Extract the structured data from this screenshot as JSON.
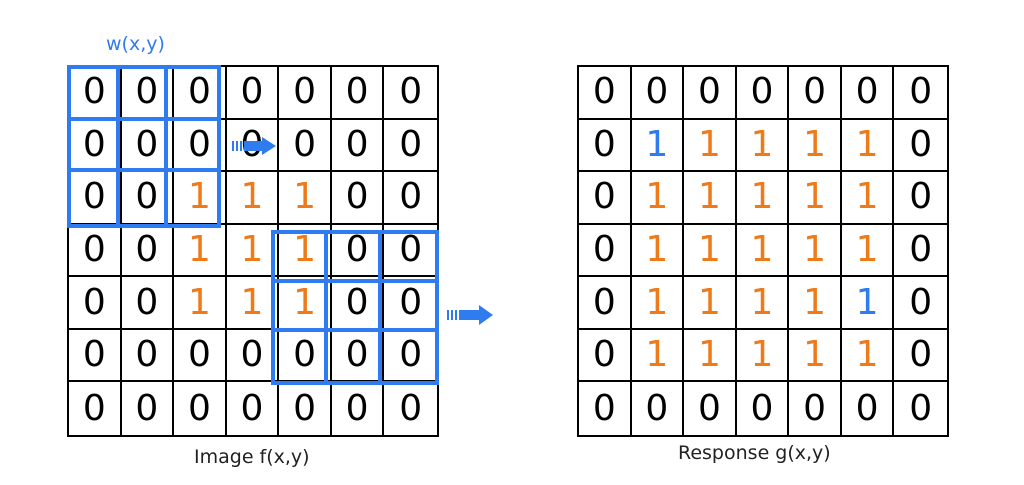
{
  "colors": {
    "black": "#000000",
    "orange": "#ef7a1a",
    "blue": "#2f7bf0"
  },
  "kernel_label": "w(x,y)",
  "image": {
    "caption": "Image f(x,y)",
    "rows": [
      [
        "0",
        "0",
        "0",
        "0",
        "0",
        "0",
        "0"
      ],
      [
        "0",
        "0",
        "0",
        "0",
        "0",
        "0",
        "0"
      ],
      [
        "0",
        "0",
        "1",
        "1",
        "1",
        "0",
        "0"
      ],
      [
        "0",
        "0",
        "1",
        "1",
        "1",
        "0",
        "0"
      ],
      [
        "0",
        "0",
        "1",
        "1",
        "1",
        "0",
        "0"
      ],
      [
        "0",
        "0",
        "0",
        "0",
        "0",
        "0",
        "0"
      ],
      [
        "0",
        "0",
        "0",
        "0",
        "0",
        "0",
        "0"
      ]
    ],
    "colors": [
      [
        "k",
        "k",
        "k",
        "k",
        "k",
        "k",
        "k"
      ],
      [
        "k",
        "k",
        "k",
        "k",
        "k",
        "k",
        "k"
      ],
      [
        "k",
        "k",
        "o",
        "o",
        "o",
        "k",
        "k"
      ],
      [
        "k",
        "k",
        "o",
        "o",
        "o",
        "k",
        "k"
      ],
      [
        "k",
        "k",
        "o",
        "o",
        "o",
        "k",
        "k"
      ],
      [
        "k",
        "k",
        "k",
        "k",
        "k",
        "k",
        "k"
      ],
      [
        "k",
        "k",
        "k",
        "k",
        "k",
        "k",
        "k"
      ]
    ]
  },
  "response": {
    "caption": "Response g(x,y)",
    "rows": [
      [
        "0",
        "0",
        "0",
        "0",
        "0",
        "0",
        "0"
      ],
      [
        "0",
        "1",
        "1",
        "1",
        "1",
        "1",
        "0"
      ],
      [
        "0",
        "1",
        "1",
        "1",
        "1",
        "1",
        "0"
      ],
      [
        "0",
        "1",
        "1",
        "1",
        "1",
        "1",
        "0"
      ],
      [
        "0",
        "1",
        "1",
        "1",
        "1",
        "1",
        "0"
      ],
      [
        "0",
        "1",
        "1",
        "1",
        "1",
        "1",
        "0"
      ],
      [
        "0",
        "0",
        "0",
        "0",
        "0",
        "0",
        "0"
      ]
    ],
    "colors": [
      [
        "k",
        "k",
        "k",
        "k",
        "k",
        "k",
        "k"
      ],
      [
        "k",
        "b",
        "o",
        "o",
        "o",
        "o",
        "k"
      ],
      [
        "k",
        "o",
        "o",
        "o",
        "o",
        "o",
        "k"
      ],
      [
        "k",
        "o",
        "o",
        "o",
        "o",
        "o",
        "k"
      ],
      [
        "k",
        "o",
        "o",
        "o",
        "o",
        "b",
        "k"
      ],
      [
        "k",
        "o",
        "o",
        "o",
        "o",
        "o",
        "k"
      ],
      [
        "k",
        "k",
        "k",
        "k",
        "k",
        "k",
        "k"
      ]
    ]
  }
}
